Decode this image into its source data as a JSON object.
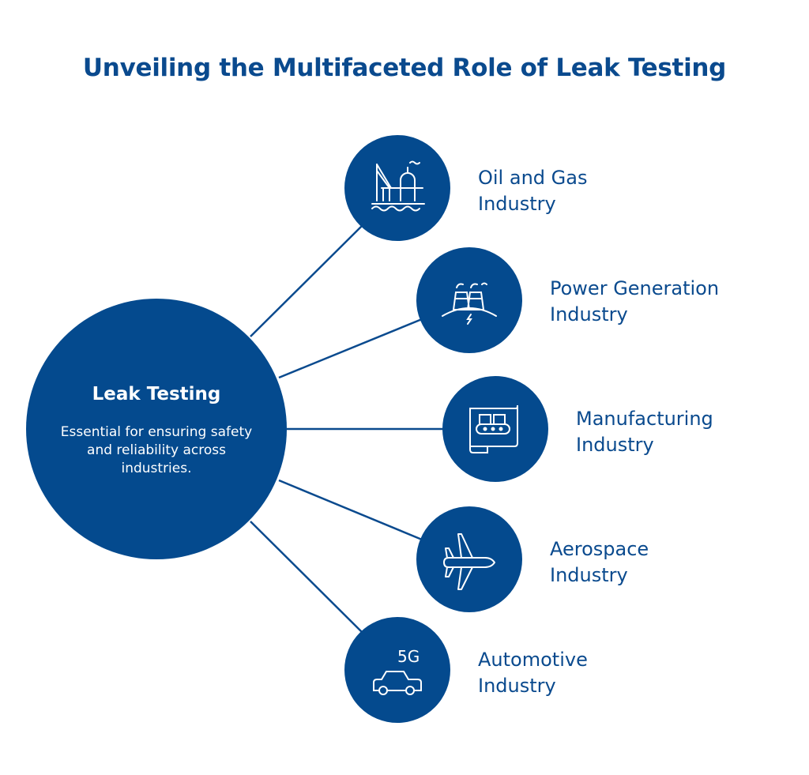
{
  "title": "Unveiling the Multifaceted Role of Leak Testing",
  "hub": {
    "title": "Leak Testing",
    "description": "Essential for ensuring safety and reliability across industries."
  },
  "industries": [
    {
      "line1": "Oil and Gas",
      "line2": "Industry",
      "icon": "offshore-rig-icon"
    },
    {
      "line1": "Power Generation",
      "line2": "Industry",
      "icon": "power-plant-icon"
    },
    {
      "line1": "Manufacturing",
      "line2": "Industry",
      "icon": "conveyor-icon"
    },
    {
      "line1": "Aerospace",
      "line2": "Industry",
      "icon": "airplane-icon"
    },
    {
      "line1": "Automotive",
      "line2": "Industry",
      "icon": "car-5g-icon",
      "icon_text": "5G"
    }
  ],
  "colors": {
    "primary": "#044a8e"
  }
}
